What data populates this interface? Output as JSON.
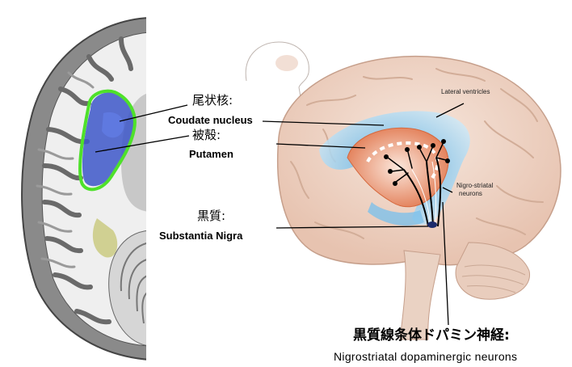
{
  "labels": {
    "caudate_jp": "尾状核:",
    "caudate_en": "Coudate nucleus",
    "putamen_jp": "被殻:",
    "putamen_en": "Putamen",
    "substantia_jp": "黒質:",
    "substantia_en": "Substantia   Nigra",
    "lateral_ventricles": "Lateral ventricles",
    "nigro_striatal_1": "Nigro-striatal",
    "nigro_striatal_2": "neurons",
    "pathway_jp": "黒質線条体ドパミン神経:",
    "pathway_en": "Nigrostriatal dopaminergic neurons"
  },
  "colors": {
    "caudate_outline": "#4ee12a",
    "caudate_fill": "#3d57c9",
    "brain_skin": "#f1d8c9",
    "ventricle_blue": "#9bd0ee",
    "striatum_orange": "#e58b63"
  },
  "icons": [
    "brain-section-image",
    "brain-3d-image",
    "head-profile-sketch"
  ]
}
